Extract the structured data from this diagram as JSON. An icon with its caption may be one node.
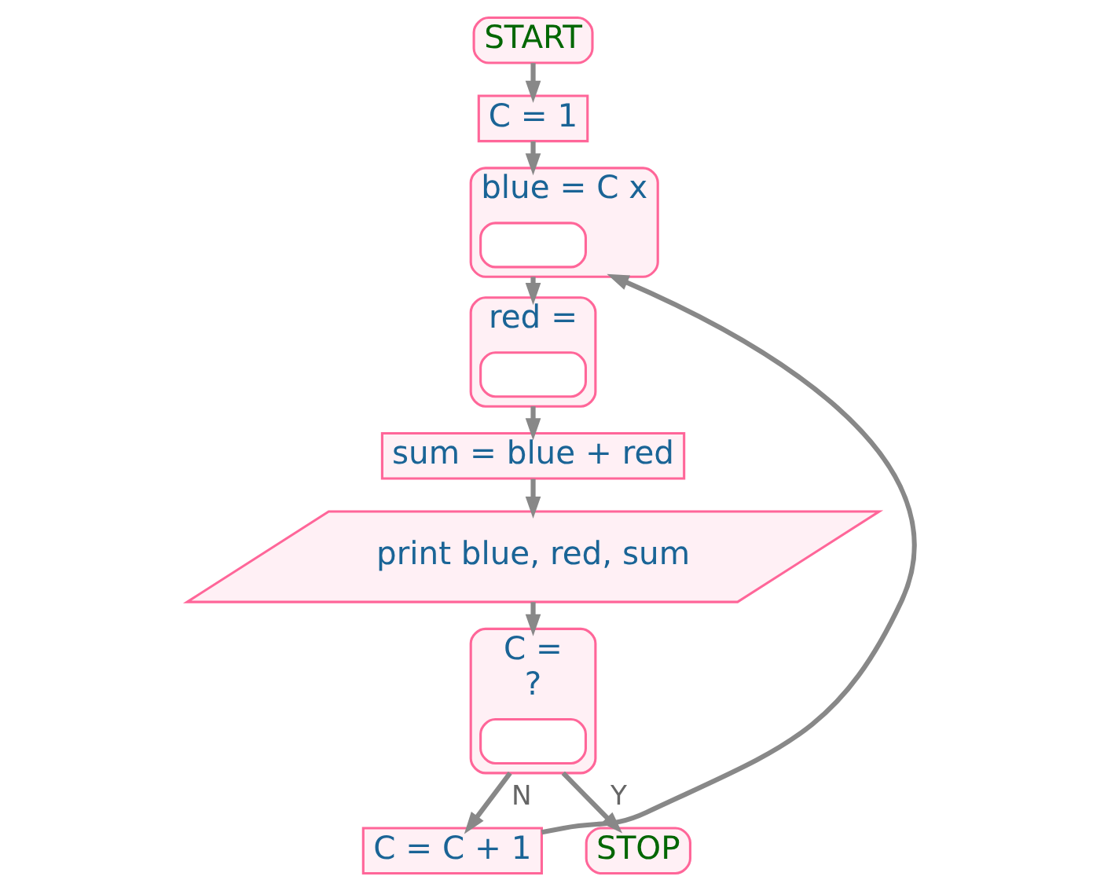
{
  "diagram": {
    "nodes": [
      {
        "text": [
          "START"
        ]
      },
      {
        "text": [
          "C = 1"
        ]
      },
      {
        "text": [
          "blue = C x"
        ]
      },
      {
        "text": [],
        "shape": "box",
        "in": 2
      },
      {
        "text": [
          "red ="
        ]
      },
      {
        "text": [],
        "shape": "box",
        "in": 4
      },
      {
        "text": [
          "sum = blue + red"
        ]
      },
      {
        "text": [
          "print blue, red, sum"
        ]
      },
      {
        "text": [
          "C =",
          "?"
        ]
      },
      {
        "text": [],
        "shape": "box",
        "in": 8
      },
      {
        "text": [
          "C = C + 1"
        ]
      },
      {
        "text": [
          "STOP"
        ]
      }
    ],
    "edges": [
      {
        "from": 0,
        "to": 1,
        "arrow": "to"
      },
      {
        "from": 1,
        "to": 2,
        "arrow": "to"
      },
      {
        "from": 2,
        "to": 4,
        "arrow": "to"
      },
      {
        "from": 4,
        "to": 6,
        "arrow": "to"
      },
      {
        "from": 6,
        "to": 7,
        "arrow": "to"
      },
      {
        "from": 7,
        "to": 8,
        "arrow": "to"
      },
      {
        "from": 8,
        "to": 10,
        "arrow": "to",
        "label": "N"
      },
      {
        "from": 8,
        "to": 11,
        "arrow": "to",
        "label": "Y"
      },
      {
        "from": 10,
        "to": 2,
        "arrow": "to"
      }
    ]
  }
}
